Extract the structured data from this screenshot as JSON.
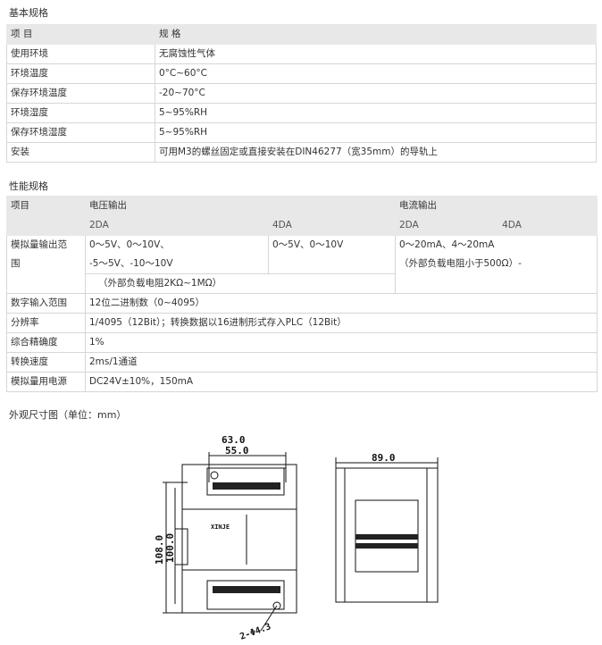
{
  "basic": {
    "title": "基本规格",
    "header": [
      "项 目",
      "规 格"
    ],
    "rows": [
      [
        "使用环境",
        "无腐蚀性气体"
      ],
      [
        "环境温度",
        "0°C~60°C"
      ],
      [
        "保存环境温度",
        "-20~70°C"
      ],
      [
        "环境湿度",
        "5~95%RH"
      ],
      [
        "保存环境湿度",
        "5~95%RH"
      ],
      [
        "安装",
        "可用M3的螺丝固定或直接安装在DIN46277（宽35mm）的导轨上"
      ]
    ]
  },
  "perf": {
    "title": "性能规格",
    "header": {
      "item": "项目",
      "voltage": "电压输出",
      "current": "电流输出"
    },
    "subheader": {
      "v_2da": "2DA",
      "v_4da": "4DA",
      "c_2da": "2DA",
      "c_4da": "4DA"
    },
    "analog": {
      "label_line1": "模拟量输出范",
      "label_line2": "围",
      "v_2da_line1": "0～5V、0～10V、",
      "v_2da_line2": "-5～5V、-10～10V",
      "v_4da": "0～5V、0～10V",
      "c_line1": "0～20mA、4～20mA",
      "c_line2": "（外部负载电阻小于500Ω）-",
      "v_note": "（外部负载电阻2KΩ~1MΩ）"
    },
    "rows": [
      [
        "数字输入范围",
        "12位二进制数（0~4095）"
      ],
      [
        "分辨率",
        "1/4095（12Bit）；转换数据以16进制形式存入PLC（12Bit）"
      ],
      [
        "综合精确度",
        "1%"
      ],
      [
        "转换速度",
        "2ms/1通道"
      ],
      [
        "模拟量用电源",
        "DC24V±10%，150mA"
      ]
    ]
  },
  "dims": {
    "title": "外观尺寸图（单位：mm）",
    "width_outer": "63.0",
    "width_inner": "55.0",
    "height_outer": "108.0",
    "height_inner": "100.0",
    "hole": "2-Φ4.3",
    "depth": "89.0",
    "brand": "XINJE"
  }
}
